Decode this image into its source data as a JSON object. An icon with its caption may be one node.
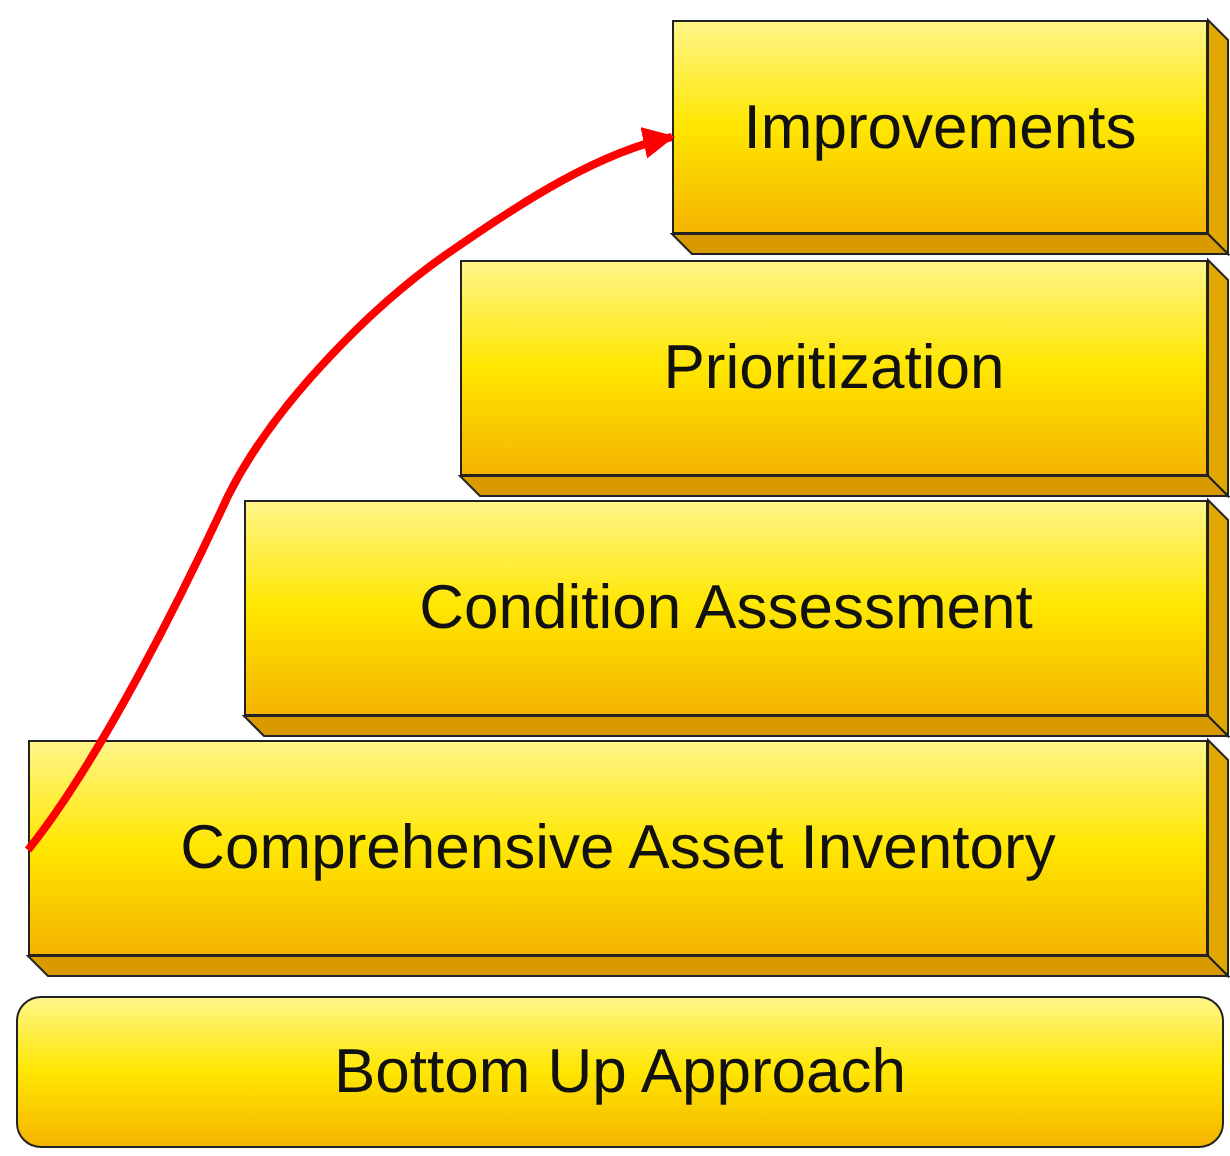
{
  "diagram": {
    "nodes": [
      {
        "text": [
          "Improvements"
        ]
      },
      {
        "text": [
          "Prioritization"
        ]
      },
      {
        "text": [
          "Condition Assessment"
        ]
      },
      {
        "text": [
          "Comprehensive Asset Inventory"
        ]
      },
      {
        "text": [
          "Bottom Up Approach"
        ]
      }
    ],
    "edges": [
      {
        "from": 3,
        "to": 0,
        "arrow": "to",
        "color": "#ff0000"
      }
    ]
  }
}
